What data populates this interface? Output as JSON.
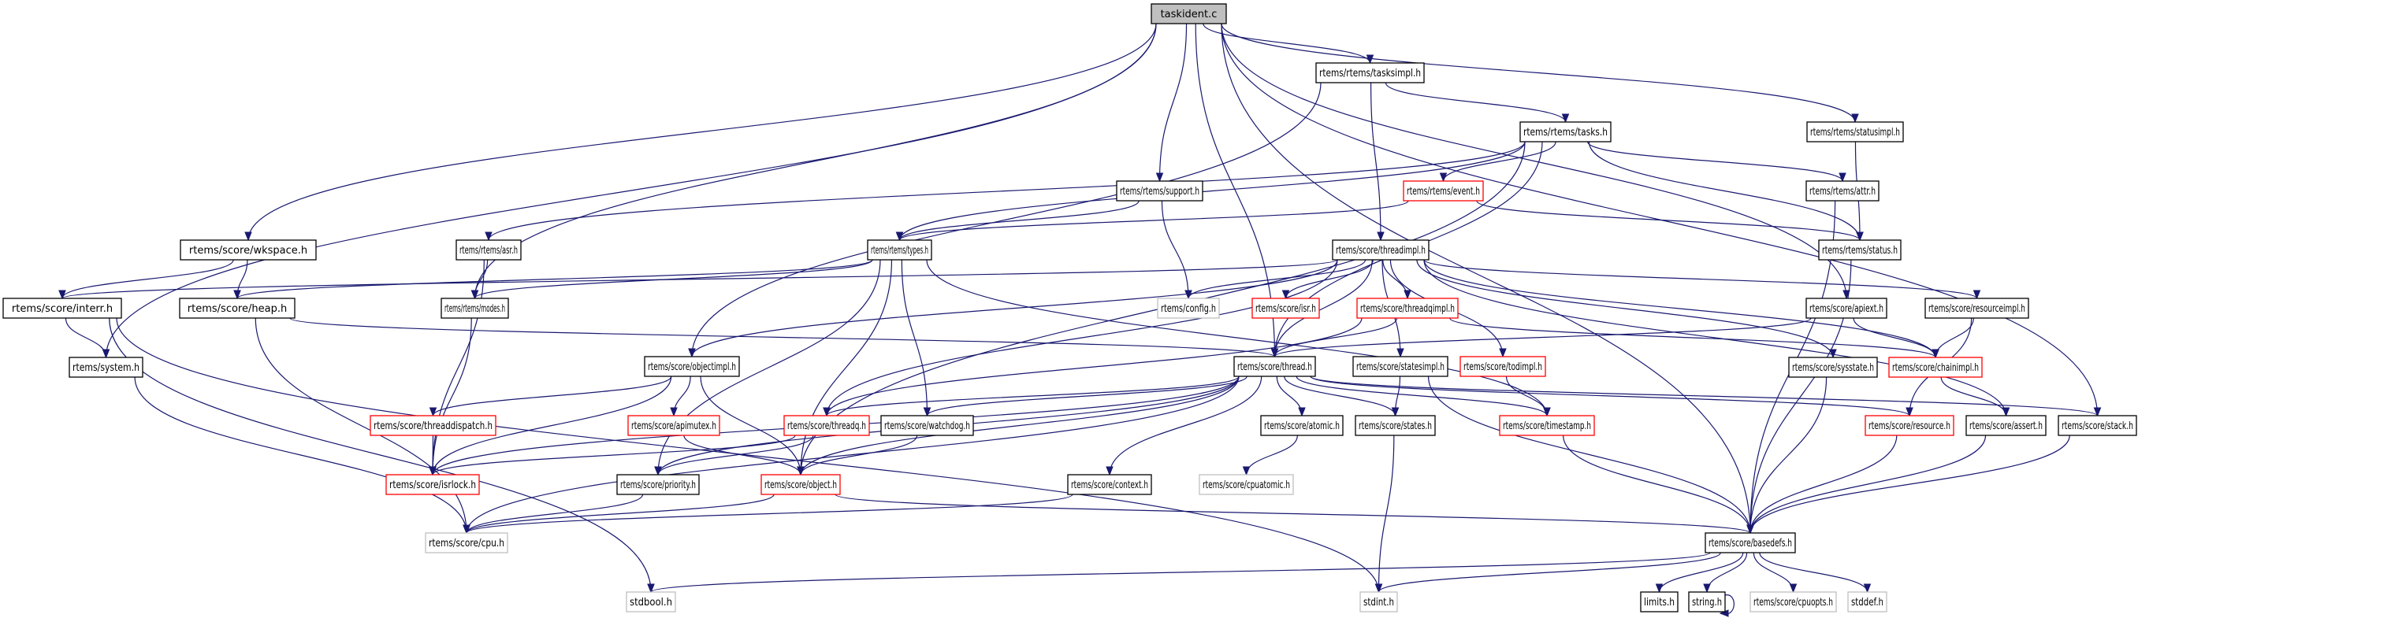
{
  "graph": {
    "title": "taskident.c include dependency graph",
    "colors": {
      "edge": "#191970",
      "documented_border": "#000000",
      "undocumented_border": "#ff0000",
      "external_border": "#bfbfbf",
      "root_fill": "#bfbfbf",
      "node_fill": "#ffffff"
    },
    "nodes": [
      {
        "id": "taskident",
        "label": "taskident.c",
        "kind": "root"
      },
      {
        "id": "tasksimpl",
        "label": "rtems/rtems/tasksimpl.h",
        "kind": "doc"
      },
      {
        "id": "statusimpl",
        "label": "rtems/rtems/statusimpl.h",
        "kind": "doc"
      },
      {
        "id": "tasks",
        "label": "rtems/rtems/tasks.h",
        "kind": "doc"
      },
      {
        "id": "support",
        "label": "rtems/rtems/support.h",
        "kind": "doc"
      },
      {
        "id": "event",
        "label": "rtems/rtems/event.h",
        "kind": "undoc"
      },
      {
        "id": "attr",
        "label": "rtems/rtems/attr.h",
        "kind": "doc"
      },
      {
        "id": "wkspace",
        "label": "rtems/score/wkspace.h",
        "kind": "doc"
      },
      {
        "id": "asr",
        "label": "rtems/rtems/asr.h",
        "kind": "doc"
      },
      {
        "id": "types",
        "label": "rtems/rtems/types.h",
        "kind": "doc"
      },
      {
        "id": "threadimpl",
        "label": "rtems/score/threadimpl.h",
        "kind": "doc"
      },
      {
        "id": "status",
        "label": "rtems/rtems/status.h",
        "kind": "doc"
      },
      {
        "id": "interr",
        "label": "rtems/score/interr.h",
        "kind": "doc"
      },
      {
        "id": "heap",
        "label": "rtems/score/heap.h",
        "kind": "doc"
      },
      {
        "id": "modes",
        "label": "rtems/rtems/modes.h",
        "kind": "doc"
      },
      {
        "id": "config",
        "label": "rtems/config.h",
        "kind": "ext"
      },
      {
        "id": "isr",
        "label": "rtems/score/isr.h",
        "kind": "undoc"
      },
      {
        "id": "threadqimpl",
        "label": "rtems/score/threadqimpl.h",
        "kind": "undoc"
      },
      {
        "id": "apiext",
        "label": "rtems/score/apiext.h",
        "kind": "doc"
      },
      {
        "id": "resourceimpl",
        "label": "rtems/score/resourceimpl.h",
        "kind": "doc"
      },
      {
        "id": "system",
        "label": "rtems/system.h",
        "kind": "doc"
      },
      {
        "id": "objectimpl",
        "label": "rtems/score/objectimpl.h",
        "kind": "doc"
      },
      {
        "id": "thread",
        "label": "rtems/score/thread.h",
        "kind": "doc"
      },
      {
        "id": "statesimpl",
        "label": "rtems/score/statesimpl.h",
        "kind": "doc"
      },
      {
        "id": "todimpl",
        "label": "rtems/score/todimpl.h",
        "kind": "undoc"
      },
      {
        "id": "sysstate",
        "label": "rtems/score/sysstate.h",
        "kind": "doc"
      },
      {
        "id": "chainimpl",
        "label": "rtems/score/chainimpl.h",
        "kind": "undoc"
      },
      {
        "id": "threaddispatch",
        "label": "rtems/score/threaddispatch.h",
        "kind": "undoc"
      },
      {
        "id": "apimutex",
        "label": "rtems/score/apimutex.h",
        "kind": "undoc"
      },
      {
        "id": "threadq",
        "label": "rtems/score/threadq.h",
        "kind": "undoc"
      },
      {
        "id": "watchdog",
        "label": "rtems/score/watchdog.h",
        "kind": "doc"
      },
      {
        "id": "atomic",
        "label": "rtems/score/atomic.h",
        "kind": "doc"
      },
      {
        "id": "states",
        "label": "rtems/score/states.h",
        "kind": "doc"
      },
      {
        "id": "timestamp",
        "label": "rtems/score/timestamp.h",
        "kind": "undoc"
      },
      {
        "id": "resource",
        "label": "rtems/score/resource.h",
        "kind": "undoc"
      },
      {
        "id": "assert",
        "label": "rtems/score/assert.h",
        "kind": "doc"
      },
      {
        "id": "stack",
        "label": "rtems/score/stack.h",
        "kind": "doc"
      },
      {
        "id": "isrlock",
        "label": "rtems/score/isrlock.h",
        "kind": "undoc"
      },
      {
        "id": "priority",
        "label": "rtems/score/priority.h",
        "kind": "doc"
      },
      {
        "id": "object",
        "label": "rtems/score/object.h",
        "kind": "undoc"
      },
      {
        "id": "context",
        "label": "rtems/score/context.h",
        "kind": "doc"
      },
      {
        "id": "cpuatomic",
        "label": "rtems/score/cpuatomic.h",
        "kind": "ext"
      },
      {
        "id": "cpu",
        "label": "rtems/score/cpu.h",
        "kind": "ext"
      },
      {
        "id": "basedefs",
        "label": "rtems/score/basedefs.h",
        "kind": "doc"
      },
      {
        "id": "stdbool",
        "label": "stdbool.h",
        "kind": "ext"
      },
      {
        "id": "stdint",
        "label": "stdint.h",
        "kind": "ext"
      },
      {
        "id": "limits",
        "label": "limits.h",
        "kind": "doc"
      },
      {
        "id": "string",
        "label": "string.h",
        "kind": "doc"
      },
      {
        "id": "cpuopts",
        "label": "rtems/score/cpuopts.h",
        "kind": "ext"
      },
      {
        "id": "stddef",
        "label": "stddef.h",
        "kind": "ext"
      }
    ],
    "edges": [
      [
        "taskident",
        "tasksimpl"
      ],
      [
        "taskident",
        "statusimpl"
      ],
      [
        "taskident",
        "support"
      ],
      [
        "taskident",
        "wkspace"
      ],
      [
        "taskident",
        "system"
      ],
      [
        "taskident",
        "modes"
      ],
      [
        "taskident",
        "thread"
      ],
      [
        "taskident",
        "apiext"
      ],
      [
        "taskident",
        "stack"
      ],
      [
        "taskident",
        "basedefs"
      ],
      [
        "tasksimpl",
        "tasks"
      ],
      [
        "tasksimpl",
        "threadimpl"
      ],
      [
        "tasksimpl",
        "objectimpl"
      ],
      [
        "statusimpl",
        "status"
      ],
      [
        "tasks",
        "types"
      ],
      [
        "tasks",
        "status"
      ],
      [
        "tasks",
        "asr"
      ],
      [
        "tasks",
        "event"
      ],
      [
        "tasks",
        "attr"
      ],
      [
        "tasks",
        "thread"
      ],
      [
        "tasks",
        "object"
      ],
      [
        "support",
        "types"
      ],
      [
        "support",
        "config"
      ],
      [
        "event",
        "types"
      ],
      [
        "event",
        "status"
      ],
      [
        "attr",
        "basedefs"
      ],
      [
        "wkspace",
        "interr"
      ],
      [
        "wkspace",
        "heap"
      ],
      [
        "asr",
        "modes"
      ],
      [
        "asr",
        "isrlock"
      ],
      [
        "types",
        "modes"
      ],
      [
        "types",
        "heap"
      ],
      [
        "types",
        "object"
      ],
      [
        "types",
        "priority"
      ],
      [
        "types",
        "watchdog"
      ],
      [
        "types",
        "timestamp"
      ],
      [
        "threadimpl",
        "interr"
      ],
      [
        "threadimpl",
        "config"
      ],
      [
        "threadimpl",
        "isr"
      ],
      [
        "threadimpl",
        "threadqimpl"
      ],
      [
        "threadimpl",
        "thread"
      ],
      [
        "threadimpl",
        "objectimpl"
      ],
      [
        "threadimpl",
        "statesimpl"
      ],
      [
        "threadimpl",
        "todimpl"
      ],
      [
        "threadimpl",
        "sysstate"
      ],
      [
        "threadimpl",
        "chainimpl"
      ],
      [
        "threadimpl",
        "resourceimpl"
      ],
      [
        "threadimpl",
        "assert"
      ],
      [
        "threadimpl",
        "threadq"
      ],
      [
        "status",
        "basedefs"
      ],
      [
        "interr",
        "system"
      ],
      [
        "interr",
        "stdbool"
      ],
      [
        "interr",
        "stdint"
      ],
      [
        "heap",
        "thread"
      ],
      [
        "heap",
        "cpu"
      ],
      [
        "modes",
        "isrlock"
      ],
      [
        "threadqimpl",
        "thread"
      ],
      [
        "threadqimpl",
        "threadq"
      ],
      [
        "threadqimpl",
        "chainimpl"
      ],
      [
        "apiext",
        "thread"
      ],
      [
        "apiext",
        "chainimpl"
      ],
      [
        "resourceimpl",
        "chainimpl"
      ],
      [
        "resourceimpl",
        "resource"
      ],
      [
        "system",
        "cpu"
      ],
      [
        "objectimpl",
        "threaddispatch"
      ],
      [
        "objectimpl",
        "apimutex"
      ],
      [
        "objectimpl",
        "object"
      ],
      [
        "objectimpl",
        "isrlock"
      ],
      [
        "thread",
        "threadq"
      ],
      [
        "thread",
        "watchdog"
      ],
      [
        "thread",
        "atomic"
      ],
      [
        "thread",
        "states"
      ],
      [
        "thread",
        "timestamp"
      ],
      [
        "thread",
        "resource"
      ],
      [
        "thread",
        "stack"
      ],
      [
        "thread",
        "object"
      ],
      [
        "thread",
        "priority"
      ],
      [
        "thread",
        "context"
      ],
      [
        "thread",
        "isrlock"
      ],
      [
        "thread",
        "cpu"
      ],
      [
        "statesimpl",
        "states"
      ],
      [
        "statesimpl",
        "basedefs"
      ],
      [
        "todimpl",
        "timestamp"
      ],
      [
        "sysstate",
        "basedefs"
      ],
      [
        "chainimpl",
        "assert"
      ],
      [
        "threaddispatch",
        "isrlock"
      ],
      [
        "apimutex",
        "object"
      ],
      [
        "threadq",
        "priority"
      ],
      [
        "threadq",
        "isrlock"
      ],
      [
        "watchdog",
        "object"
      ],
      [
        "atomic",
        "cpuatomic"
      ],
      [
        "states",
        "stdint"
      ],
      [
        "timestamp",
        "basedefs"
      ],
      [
        "resource",
        "basedefs"
      ],
      [
        "assert",
        "basedefs"
      ],
      [
        "stack",
        "basedefs"
      ],
      [
        "priority",
        "cpu"
      ],
      [
        "object",
        "basedefs"
      ],
      [
        "object",
        "cpu"
      ],
      [
        "context",
        "cpu"
      ],
      [
        "basedefs",
        "stdbool"
      ],
      [
        "basedefs",
        "stdint"
      ],
      [
        "basedefs",
        "limits"
      ],
      [
        "basedefs",
        "string"
      ],
      [
        "basedefs",
        "cpuopts"
      ],
      [
        "basedefs",
        "stddef"
      ],
      [
        "string",
        "string"
      ]
    ]
  }
}
